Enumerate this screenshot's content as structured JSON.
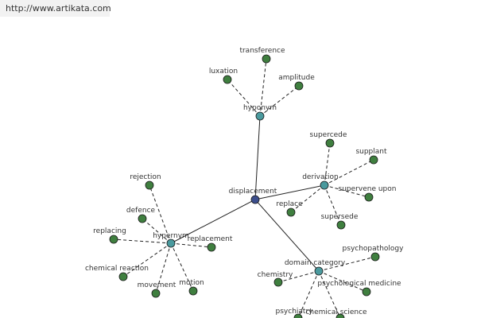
{
  "header": {
    "url": "http://www.artikata.com"
  },
  "colors": {
    "center": "#3c4e8c",
    "relation": "#4a9a9e",
    "leaf": "#3f7f3f",
    "edge": "#222222"
  },
  "graph": {
    "center": {
      "id": "displacement",
      "label": "displacement"
    },
    "relations": [
      {
        "id": "hyponym",
        "label": "hyponym",
        "leaves": [
          {
            "id": "luxation",
            "label": "luxation"
          },
          {
            "id": "transference",
            "label": "transference"
          },
          {
            "id": "amplitude",
            "label": "amplitude"
          }
        ]
      },
      {
        "id": "derivation",
        "label": "derivation",
        "leaves": [
          {
            "id": "supercede",
            "label": "supercede"
          },
          {
            "id": "supplant",
            "label": "supplant"
          },
          {
            "id": "supervene-upon",
            "label": "supervene upon"
          },
          {
            "id": "supersede",
            "label": "supersede"
          },
          {
            "id": "replace",
            "label": "replace"
          }
        ]
      },
      {
        "id": "hypernym",
        "label": "hypernym",
        "leaves": [
          {
            "id": "rejection",
            "label": "rejection"
          },
          {
            "id": "defence",
            "label": "defence"
          },
          {
            "id": "replacing",
            "label": "replacing"
          },
          {
            "id": "replacement",
            "label": "replacement"
          },
          {
            "id": "chemical-reaction",
            "label": "chemical reaction"
          },
          {
            "id": "movement",
            "label": "movement"
          },
          {
            "id": "motion",
            "label": "motion"
          }
        ]
      },
      {
        "id": "domain-category",
        "label": "domain category",
        "leaves": [
          {
            "id": "psychopathology",
            "label": "psychopathology"
          },
          {
            "id": "chemistry",
            "label": "chemistry"
          },
          {
            "id": "psychological-medicine",
            "label": "psychological medicine"
          },
          {
            "id": "psychiatry",
            "label": "psychiatry"
          },
          {
            "id": "chemical-science",
            "label": "chemical science"
          }
        ]
      }
    ]
  }
}
